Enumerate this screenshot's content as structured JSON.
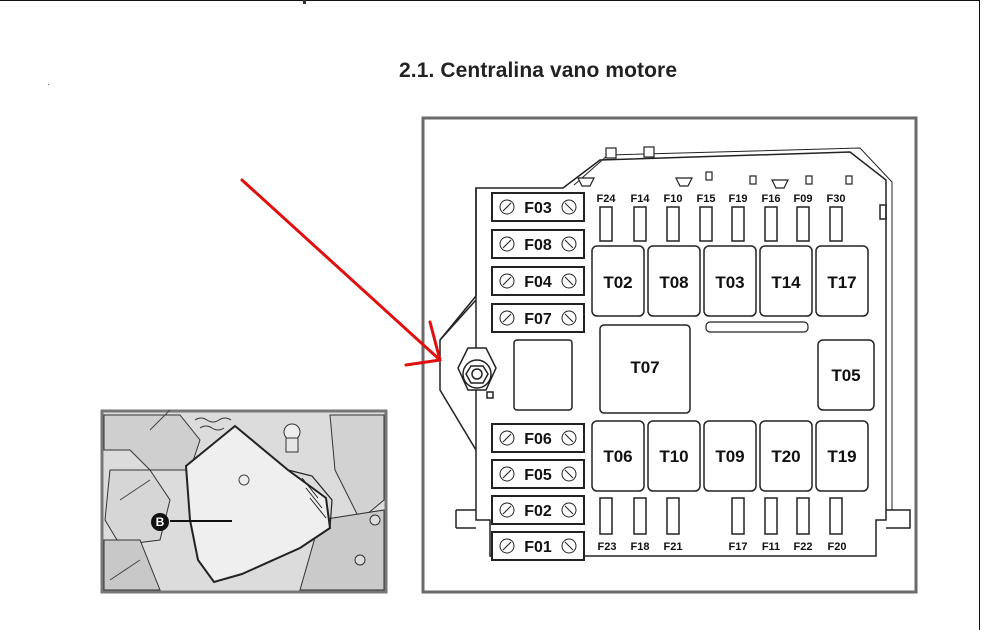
{
  "page": {
    "section_title": "2.1. Centralina vano motore"
  },
  "photo": {
    "callout_letter": "B"
  },
  "fuse_box": {
    "left_fuses_top": [
      "F03",
      "F08",
      "F04",
      "F07"
    ],
    "left_fuses_bottom": [
      "F06",
      "F05",
      "F02",
      "F01"
    ],
    "top_slots": [
      "F24",
      "F14",
      "F10",
      "F15",
      "F19",
      "F16",
      "F09",
      "F30"
    ],
    "bottom_slots_left": [
      "F23",
      "F18",
      "F21"
    ],
    "bottom_slots_right": [
      "F17",
      "F11",
      "F22",
      "F20"
    ],
    "relays_top": [
      "T02",
      "T08",
      "T03",
      "T14",
      "T17"
    ],
    "relays_bottom": [
      "T06",
      "T10",
      "T09",
      "T20",
      "T19"
    ],
    "relay_large": "T07",
    "relay_side": "T05"
  },
  "colors": {
    "arrow": "#e01010",
    "frame": "#555555",
    "line": "#222222"
  }
}
